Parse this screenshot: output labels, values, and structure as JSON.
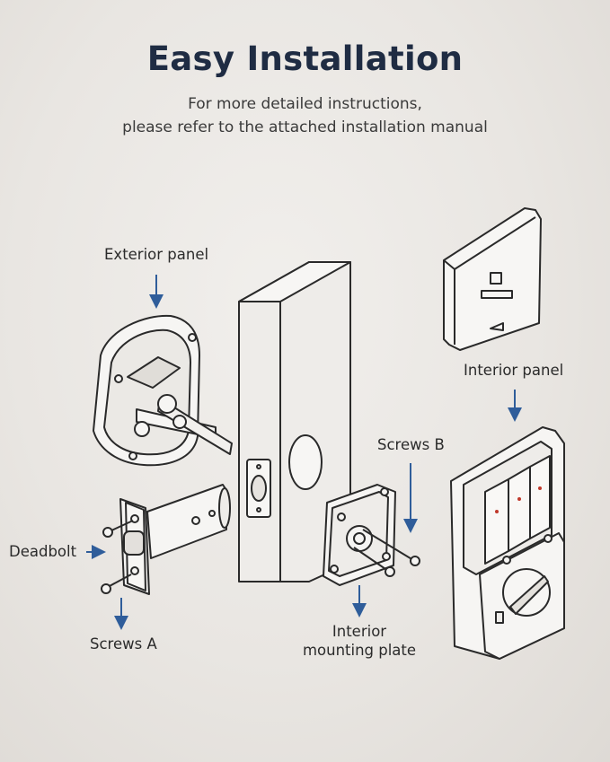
{
  "heading": {
    "title": "Easy Installation",
    "subtitle_line1": "For more detailed instructions,",
    "subtitle_line2": "please refer to the attached installation manual"
  },
  "labels": {
    "exterior_panel": "Exterior panel",
    "interior_panel": "Interior panel",
    "screws_b": "Screws B",
    "deadbolt": "Deadbolt",
    "screws_a": "Screws A",
    "interior_mounting_plate_line1": "Interior",
    "interior_mounting_plate_line2": "mounting plate"
  },
  "colors": {
    "background": "#ebe8e4",
    "title": "#1f2c43",
    "arrow": "#2f5d9a",
    "line_art": "#2a2a2a"
  }
}
